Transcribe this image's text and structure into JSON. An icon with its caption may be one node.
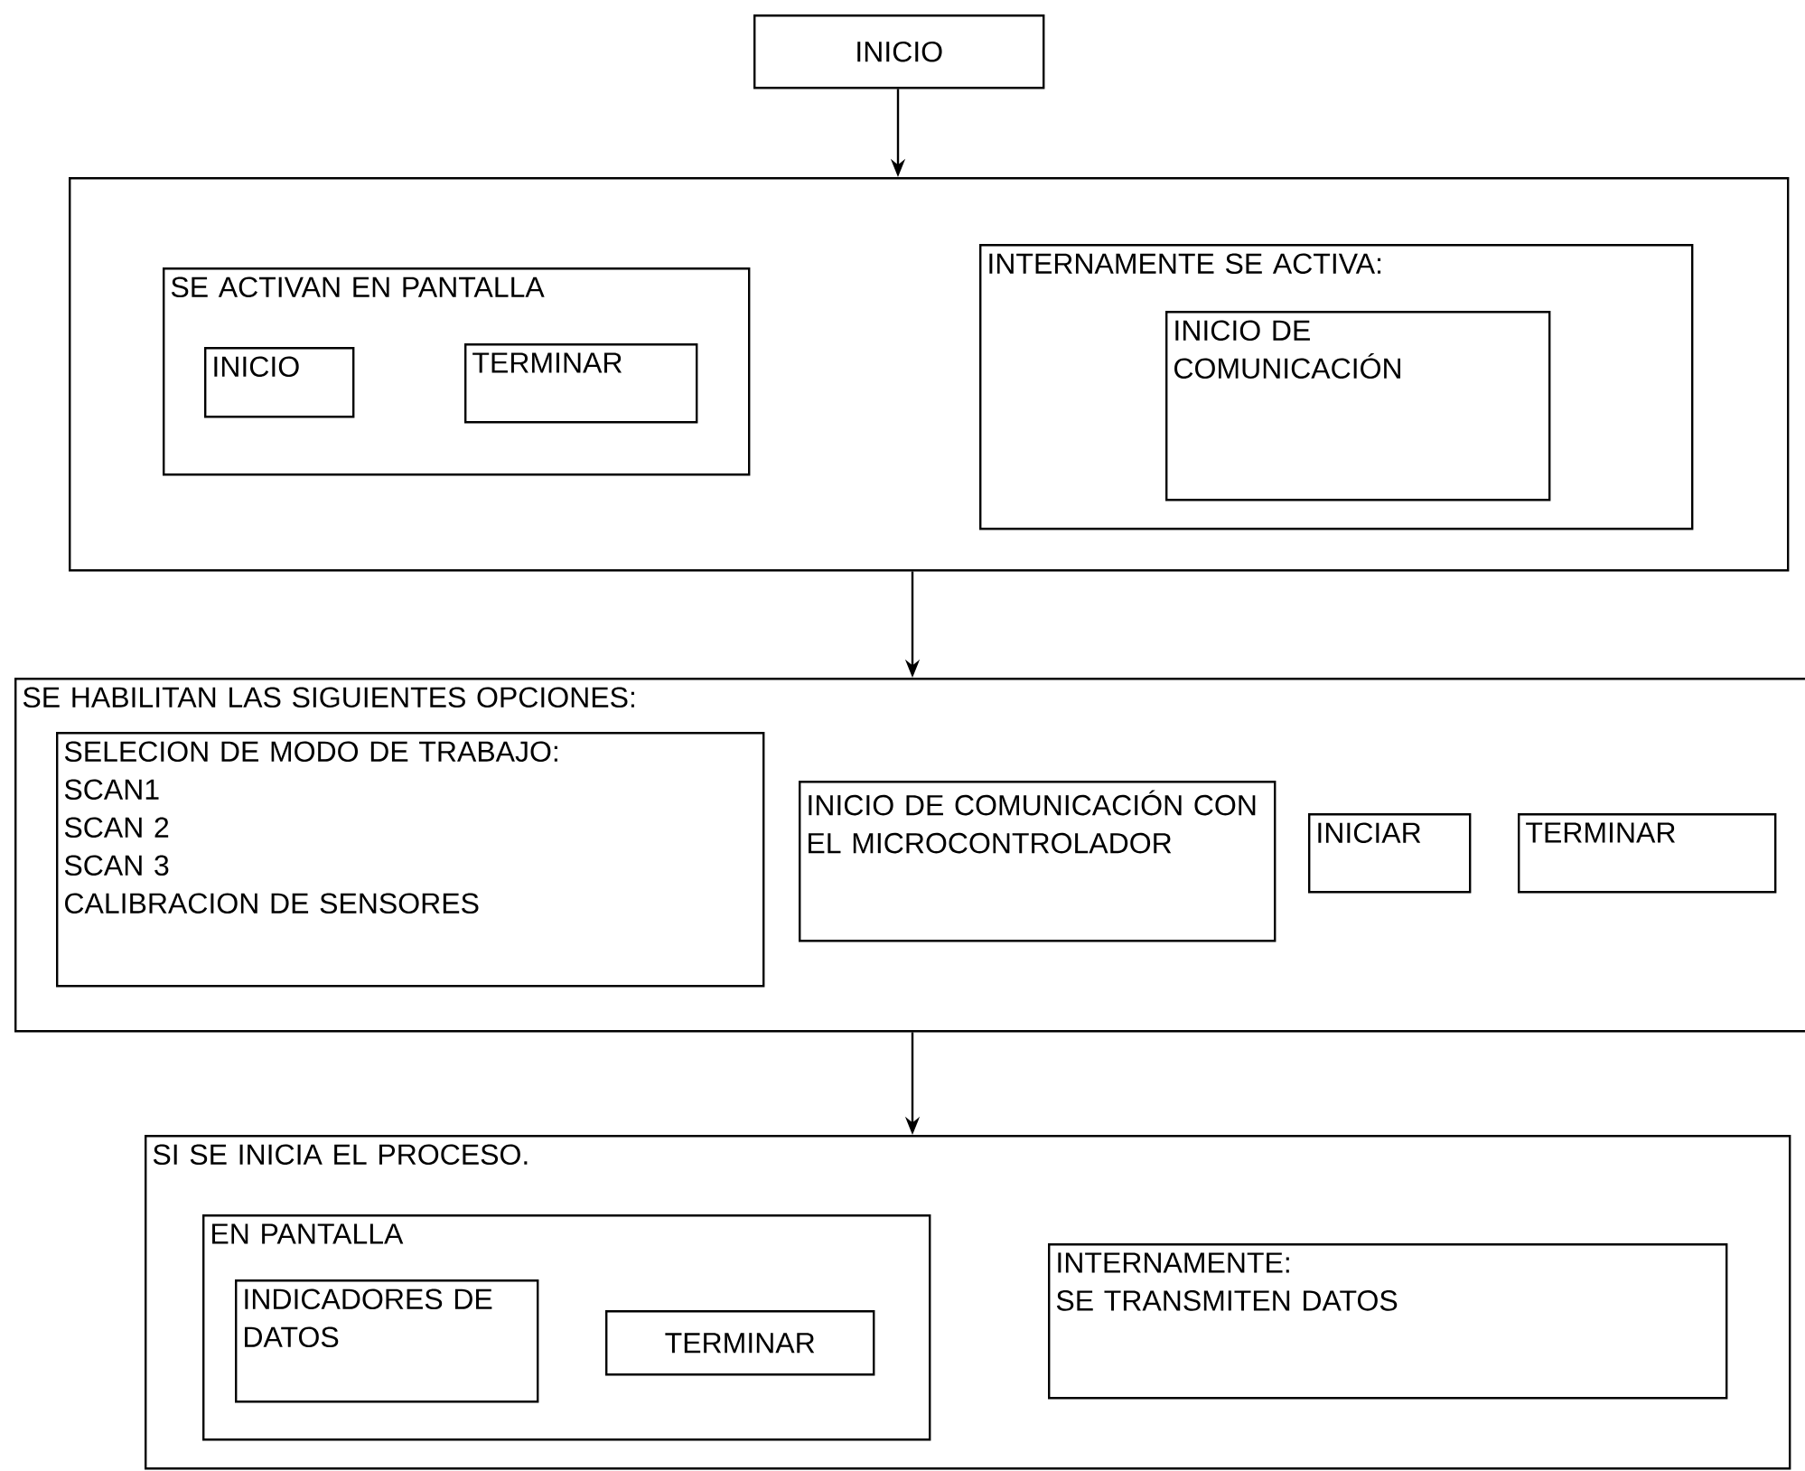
{
  "diagram": {
    "nodes": [
      {
        "text": [
          "INICIO"
        ]
      },
      {
        "text": [],
        "shape": "box"
      },
      {
        "text": [
          "SE ACTIVAN EN PANTALLA"
        ],
        "in": 1
      },
      {
        "text": [
          "INICIO"
        ],
        "in": 2
      },
      {
        "text": [
          "TERMINAR"
        ],
        "in": 2
      },
      {
        "text": [
          "INTERNAMENTE SE ACTIVA:"
        ],
        "in": 1
      },
      {
        "text": [
          "INICIO DE COMUNICACIÓN"
        ],
        "in": 5
      },
      {
        "text": [
          "SE HABILITAN LAS SIGUIENTES OPCIONES:"
        ]
      },
      {
        "text": [
          "SELECION DE MODO DE TRABAJO:",
          "SCAN1",
          "SCAN 2",
          "SCAN 3",
          "CALIBRACION DE SENSORES"
        ],
        "in": 7
      },
      {
        "text": [
          "INICIO DE COMUNICACIÓN CON EL MICROCONTROLADOR"
        ],
        "in": 7
      },
      {
        "text": [
          "INICIAR"
        ],
        "in": 7
      },
      {
        "text": [
          "TERMINAR"
        ],
        "in": 7
      },
      {
        "text": [
          "SI SE INICIA EL PROCESO."
        ]
      },
      {
        "text": [
          "EN PANTALLA"
        ],
        "in": 12
      },
      {
        "text": [
          "INDICADORES DE DATOS"
        ],
        "in": 13
      },
      {
        "text": [
          "TERMINAR"
        ],
        "in": 13
      },
      {
        "text": [
          "INTERNAMENTE:",
          "SE TRANSMITEN DATOS"
        ],
        "in": 12
      }
    ],
    "edges": [
      {
        "from": 0,
        "to": 1,
        "arrow": "to"
      },
      {
        "from": 1,
        "to": 7,
        "arrow": "to"
      },
      {
        "from": 7,
        "to": 12,
        "arrow": "to"
      }
    ]
  }
}
